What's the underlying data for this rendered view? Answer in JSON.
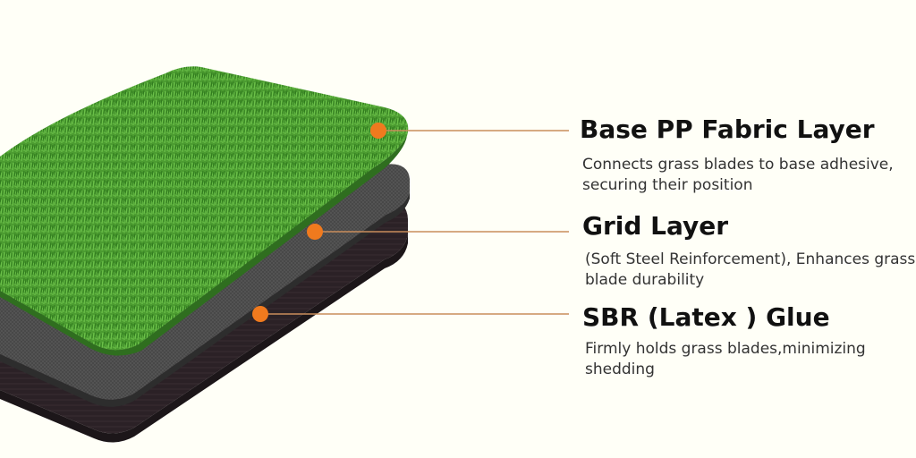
{
  "layers": [
    {
      "title": "Base PP Fabric Layer",
      "description": "Connects grass blades to base adhesive, securing their position"
    },
    {
      "title": "Grid Layer",
      "description": "(Soft Steel Reinforcement), Enhances grass blade durability"
    },
    {
      "title": "SBR (Latex ) Glue",
      "description": "Firmly holds grass blades,minimizing shedding"
    }
  ],
  "colors": {
    "background": "#fffff7",
    "grass": "#4a9a2e",
    "grid_layer": "#3f3f3f",
    "glue_layer": "#2a2026",
    "marker": "#f07a1e",
    "leader_line": "#c98d5c"
  }
}
